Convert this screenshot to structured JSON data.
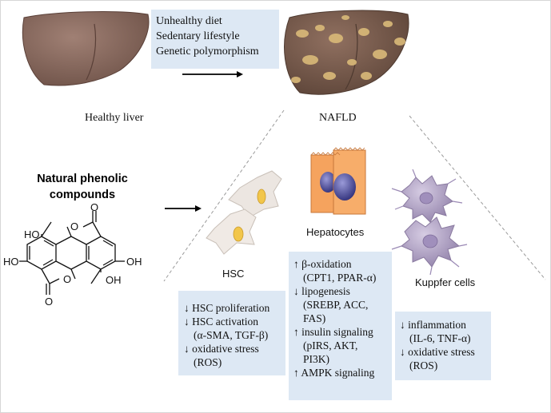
{
  "top": {
    "factors": [
      "Unhealthy diet",
      "Sedentary lifestyle",
      "Genetic polymorphism"
    ],
    "healthy_label": "Healthy liver",
    "nafld_label": "NAFLD"
  },
  "compounds": {
    "title_line1": "Natural phenolic",
    "title_line2": "compounds",
    "atoms": {
      "oh1": "HO",
      "oh2": "HO",
      "oh3": "OH",
      "oh4": "OH",
      "o1": "O",
      "o2": "O",
      "o3": "O",
      "o4": "O"
    }
  },
  "cells": {
    "hepatocytes": "Hepatocytes",
    "hsc": "HSC",
    "kupffer": "Kuppfer cells"
  },
  "effects": {
    "hsc": [
      "↓ HSC proliferation",
      "↓ HSC activation",
      "(α-SMA, TGF-β)",
      "↓ oxidative stress",
      "(ROS)"
    ],
    "hepatocytes": [
      "↑ β-oxidation",
      "(CPT1, PPAR-α)",
      "↓ lipogenesis",
      "(SREBP, ACC,",
      "FAS)",
      "↑ insulin signaling",
      "(pIRS, AKT,",
      "PI3K)",
      "↑ AMPK signaling"
    ],
    "kupffer": [
      "↓ inflammation",
      "(IL-6, TNF-α)",
      "↓ oxidative stress",
      "(ROS)"
    ]
  },
  "colors": {
    "liver_healthy": "#8a6a5e",
    "liver_nafld": "#7a6050",
    "fat_spots": "#d8b878",
    "box_fill": "#dde8f4",
    "hepatocyte_fill": "#f5a35e",
    "nucleus": "#4a4a9a",
    "kupffer_fill": "#b7a9c9",
    "hsc_fill": "#ece6e1"
  }
}
